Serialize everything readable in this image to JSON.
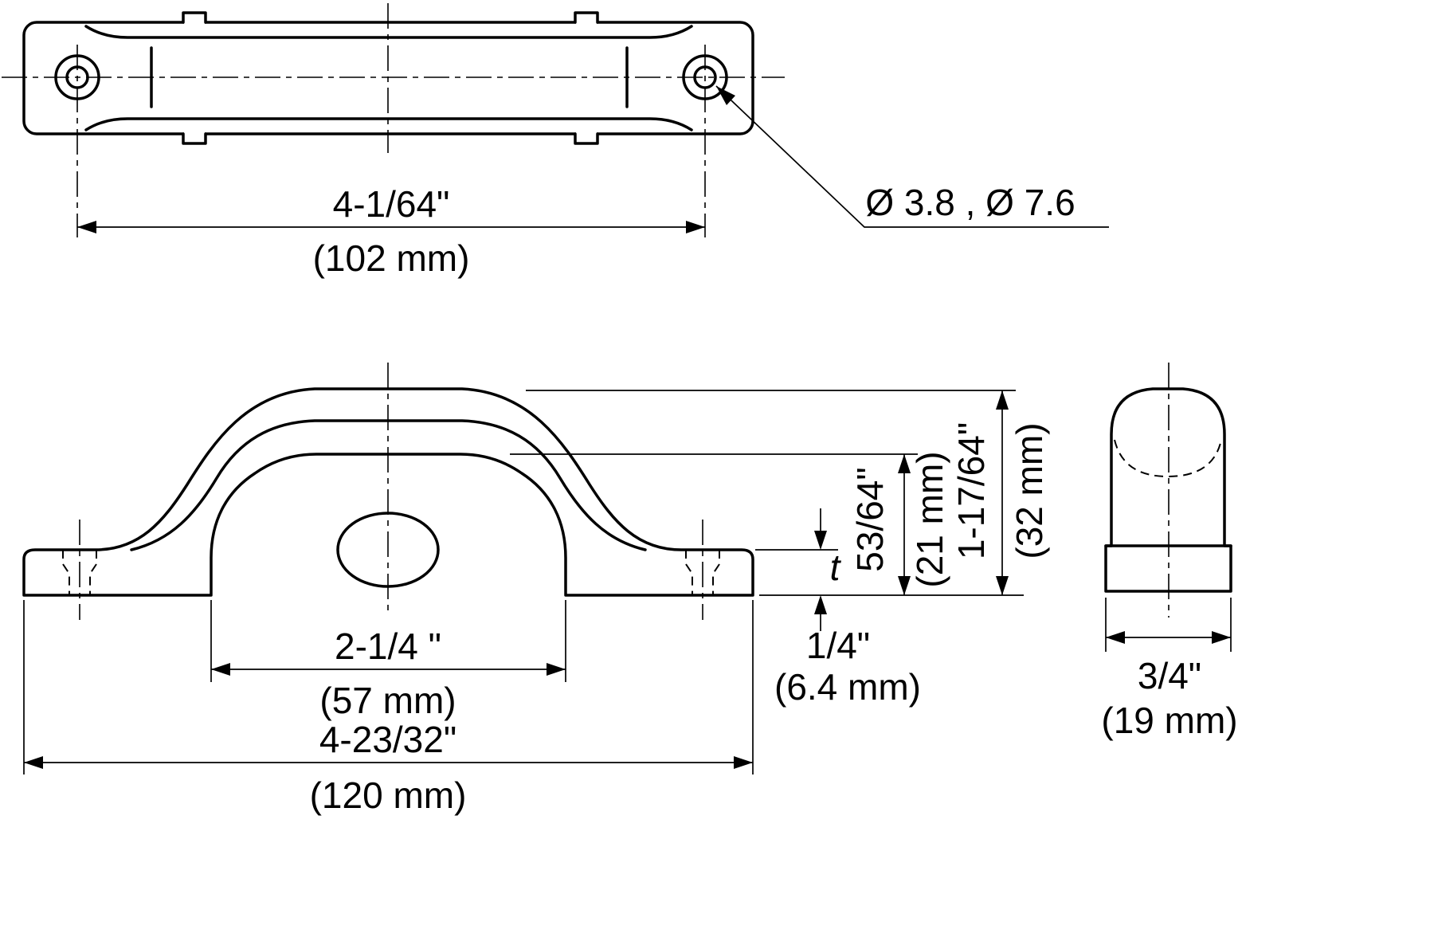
{
  "drawing": {
    "top_view": {
      "hole_spacing_in": "4-1/64\"",
      "hole_spacing_mm": "(102 mm)",
      "hole_diameters": "Ø 3.8 , Ø 7.6"
    },
    "front_view": {
      "inner_width_in": "2-1/4 \"",
      "inner_width_mm": "(57 mm)",
      "overall_width_in": "4-23/32\"",
      "overall_width_mm": "(120 mm)",
      "inner_height_in": "53/64\"",
      "inner_height_mm": "(21 mm)",
      "overall_height_in": "1-17/64\"",
      "overall_height_mm": "(32 mm)",
      "thickness_symbol": "t",
      "thickness_in": "1/4\"",
      "thickness_mm": "(6.4 mm)"
    },
    "side_view": {
      "width_in": "3/4\"",
      "width_mm": "(19 mm)"
    }
  }
}
